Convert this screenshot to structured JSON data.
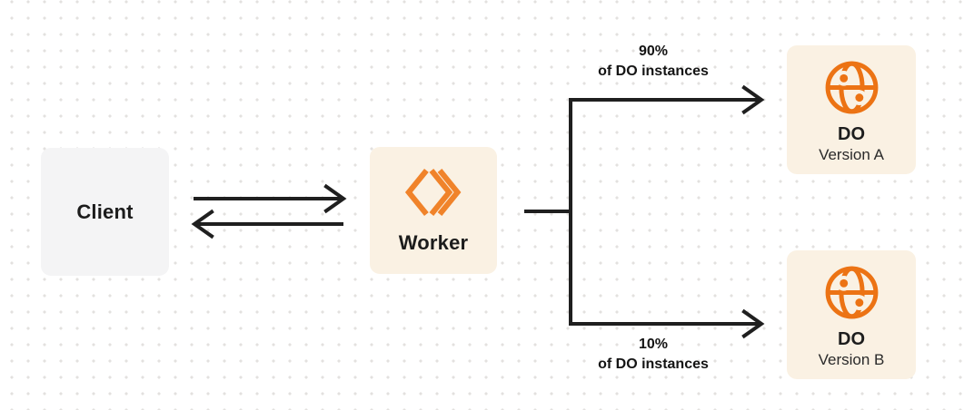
{
  "diagram": {
    "client": {
      "label": "Client"
    },
    "worker": {
      "label": "Worker"
    },
    "branch_top": {
      "percent": "90%",
      "caption": "of DO instances"
    },
    "branch_bottom": {
      "percent": "10%",
      "caption": "of DO instances"
    },
    "do_version_a": {
      "title": "DO",
      "subtitle": "Version A"
    },
    "do_version_b": {
      "title": "DO",
      "subtitle": "Version B"
    }
  },
  "icons": {
    "worker_icon": "workers-chevron-icon",
    "do_icon": "globe-icon"
  },
  "colors": {
    "canvas_bg": "#ffffff",
    "dot_grid": "#e3e1df",
    "client_box_bg": "#f4f4f5",
    "cream_box_bg": "#faf1e3",
    "worker_icon_orange": "#f0832a",
    "globe_icon_orange": "#ec7314",
    "arrow_ink": "#1f1f1f",
    "text_ink": "#1c1c1c"
  }
}
